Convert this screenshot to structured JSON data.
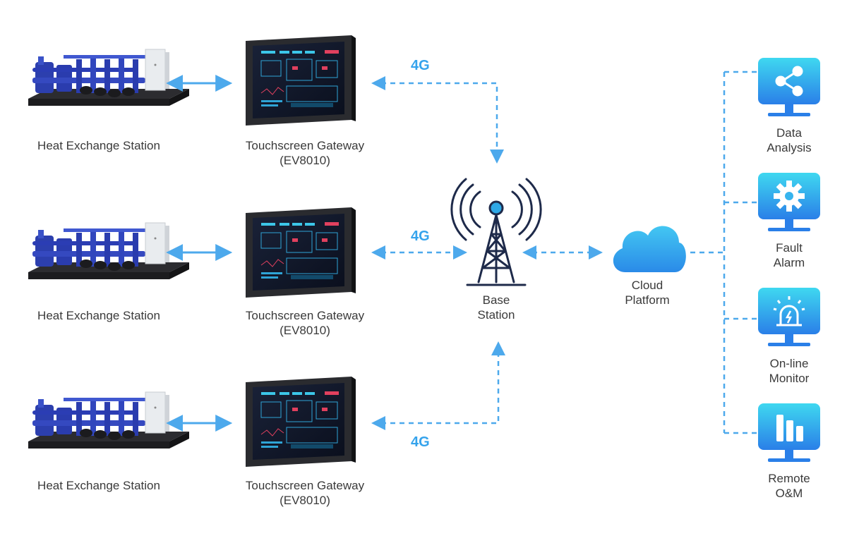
{
  "rows": [
    {
      "station_label": "Heat Exchange Station",
      "gateway_label_1": "Touchscreen Gateway",
      "gateway_label_2": "(EV8010)",
      "link_label": "4G"
    },
    {
      "station_label": "Heat Exchange Station",
      "gateway_label_1": "Touchscreen Gateway",
      "gateway_label_2": "(EV8010)",
      "link_label": "4G"
    },
    {
      "station_label": "Heat Exchange Station",
      "gateway_label_1": "Touchscreen Gateway",
      "gateway_label_2": "(EV8010)",
      "link_label": "4G"
    }
  ],
  "base_station": {
    "label_1": "Base",
    "label_2": "Station",
    "icon": "cell-tower-icon"
  },
  "cloud": {
    "label_1": "Cloud",
    "label_2": "Platform",
    "icon": "cloud-icon"
  },
  "services": [
    {
      "label_1": "Data",
      "label_2": "Analysis",
      "icon": "share-icon"
    },
    {
      "label_1": "Fault",
      "label_2": "Alarm",
      "icon": "gear-icon"
    },
    {
      "label_1": "On-line",
      "label_2": "Monitor",
      "icon": "beacon-icon"
    },
    {
      "label_1": "Remote",
      "label_2": "O&M",
      "icon": "bar-chart-icon"
    }
  ],
  "colors": {
    "link": "#4da9ec",
    "link_text": "#35a3ec",
    "pipe_blue": "#2a3eb0",
    "tower": "#1e2a4a",
    "monitor_gradient_top": "#3fd8f0",
    "monitor_gradient_bottom": "#2a7fe8"
  }
}
